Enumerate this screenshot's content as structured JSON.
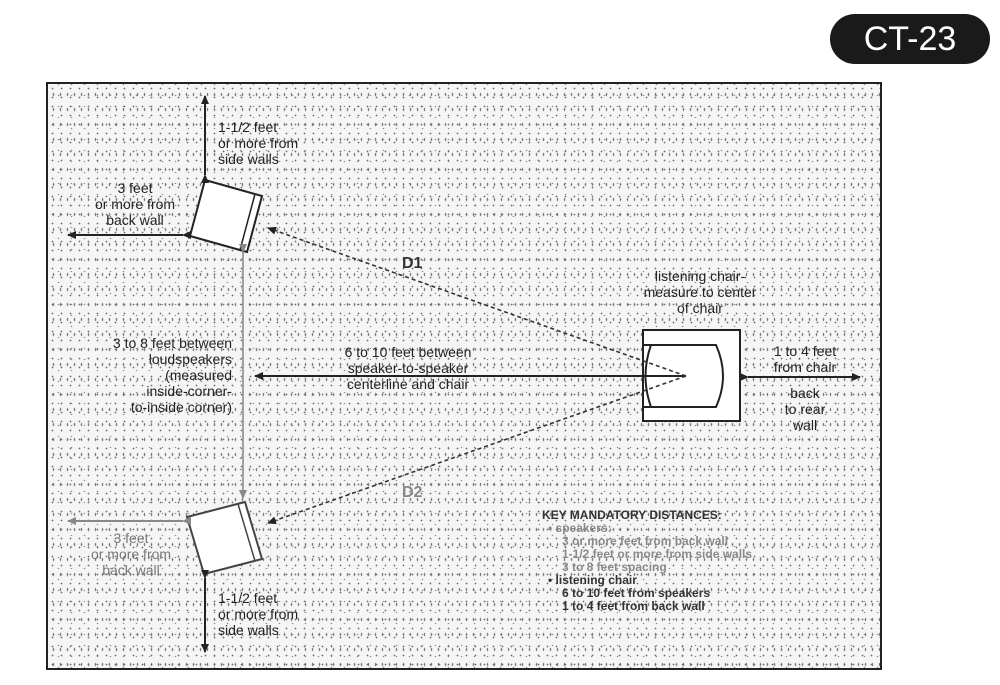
{
  "badge": "CT-23",
  "labels": {
    "top_side_walls": [
      "1-1/2 feet",
      "or more from",
      "side walls"
    ],
    "top_back_wall": [
      "3 feet",
      "or more from",
      "back wall"
    ],
    "bottom_back_wall": [
      "3 feet",
      "or more from",
      "back wall"
    ],
    "bottom_side_walls": [
      "1-1/2 feet",
      "or more from",
      "side walls"
    ],
    "speaker_spacing": [
      "3 to 8 feet between",
      "loudspeakers",
      "(measured",
      "inside-corner-",
      "to-inside corner)"
    ],
    "center_distance": [
      "6 to 10 feet between",
      "speaker-to-speaker",
      "centerline and chair"
    ],
    "chair": [
      "listening chair-",
      "measure to center",
      "of chair"
    ],
    "rear_wall": [
      "1 to 4 feet",
      "from chair",
      "back",
      "to rear",
      "wall"
    ],
    "d1": "D1",
    "d2": "D2"
  },
  "key": {
    "title": "KEY MANDATORY DISTANCES:",
    "speakers_heading": "• speakers:",
    "speakers_items": [
      "3 or more feet from back wall",
      "1-1/2 feet or more from side walls",
      "3 to 8 feet spacing"
    ],
    "chair_heading": "• listening chair",
    "chair_items": [
      "6 to 10 feet from speakers",
      "1 to 4 feet from back wall"
    ]
  },
  "colors": {
    "ink": "#222222",
    "grey": "#888888",
    "badge_bg": "#1a1a1a"
  }
}
